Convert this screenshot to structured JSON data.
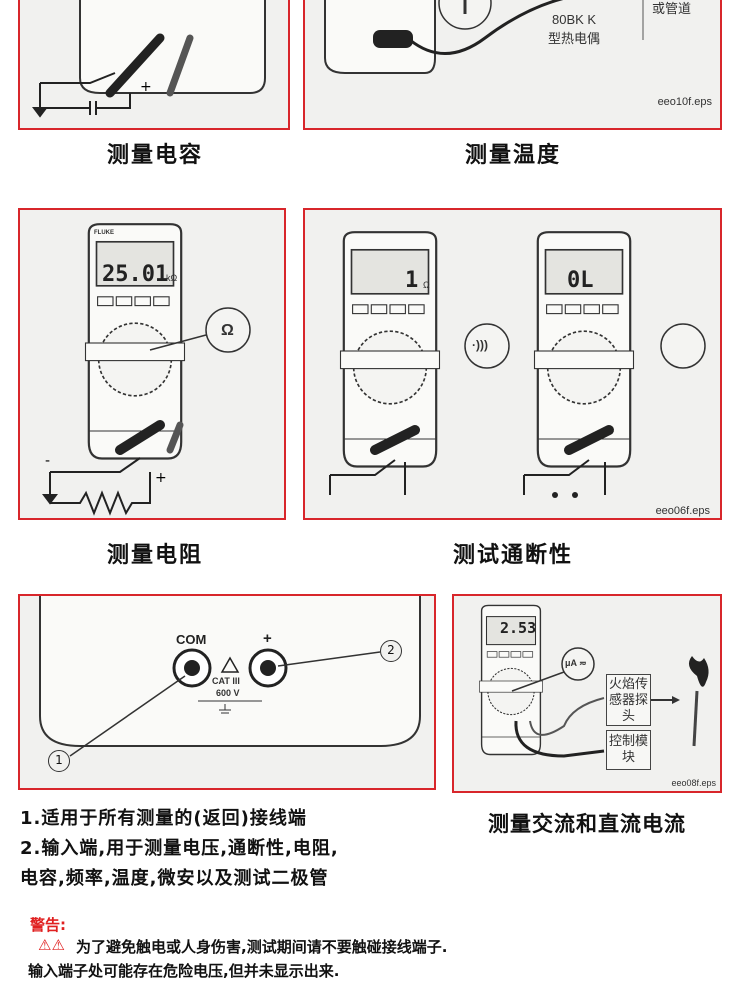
{
  "panels": {
    "capacitance": {
      "caption": "测量电容"
    },
    "temperature": {
      "caption": "测量温度",
      "probe_label_1": "80BK K",
      "probe_label_2": "型热电偶",
      "side_label": "或管道",
      "figure_id": "eeo10f.eps"
    },
    "resistance": {
      "caption": "测量电阻",
      "display": "25.01",
      "unit": "kΩ",
      "dial_symbol": "Ω",
      "brand": "FLUKE"
    },
    "continuity": {
      "caption": "测试通断性",
      "display_1": "1",
      "unit_1": "Ω",
      "display_2": "0L",
      "dial_symbol": "·)))",
      "figure_id": "eeo06f.eps"
    },
    "terminals": {
      "com": "COM",
      "plus": "+",
      "cat": "CAT III",
      "voltage": "600 V",
      "callout_1": "1",
      "callout_2": "2"
    },
    "current": {
      "caption": "测量交流和直流电流",
      "display": "2.53",
      "dial_symbol": "μA ≂",
      "sensor_box": "火焰传感器探头",
      "control_box": "控制模块",
      "figure_id": "eeo08f.eps"
    }
  },
  "notes": [
    "1.适用于所有测量的(返回)接线端",
    "2.输入端,用于测量电压,通断性,电阻,",
    "电容,频率,温度,微安以及测试二极管"
  ],
  "warning": {
    "title": "警告:",
    "icons": "⚠⚠",
    "line1": "为了避免触电或人身伤害,测试期间请不要触碰接线端子.",
    "line2": "输入端子处可能存在危险电压,但并未显示出来."
  },
  "colors": {
    "border": "#d8262b",
    "warning": "#e02020"
  }
}
